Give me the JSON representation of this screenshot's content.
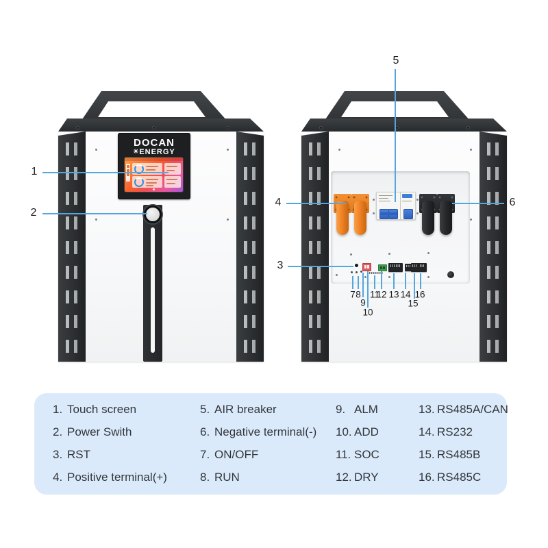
{
  "brand": {
    "line1": "DOCAN",
    "icon": "☀",
    "line2": "ENERGY"
  },
  "callouts": {
    "c1": "1",
    "c2": "2",
    "c3": "3",
    "c4": "4",
    "c5": "5",
    "c6": "6",
    "c7": "7",
    "c8": "8",
    "c9": "9",
    "c10": "10",
    "c11": "11",
    "c12": "12",
    "c13": "13",
    "c14": "14",
    "c15": "15",
    "c16": "16"
  },
  "legend": {
    "col1": [
      {
        "num": "1.",
        "label": "Touch screen"
      },
      {
        "num": "2.",
        "label": "Power Swith"
      },
      {
        "num": "3.",
        "label": "RST"
      },
      {
        "num": "4.",
        "label": "Positive terminal(+)"
      }
    ],
    "col2": [
      {
        "num": "5.",
        "label": "AIR breaker"
      },
      {
        "num": "6.",
        "label": "Negative terminal(-)"
      },
      {
        "num": "7.",
        "label": "ON/OFF"
      },
      {
        "num": "8.",
        "label": "RUN"
      }
    ],
    "col3": [
      {
        "num": "9.",
        "label": "ALM"
      },
      {
        "num": "10.",
        "label": "ADD"
      },
      {
        "num": "11.",
        "label": "SOC"
      },
      {
        "num": "12.",
        "label": "DRY"
      }
    ],
    "col4": [
      {
        "num": "13.",
        "label": "RS485A/CAN"
      },
      {
        "num": "14.",
        "label": "RS232"
      },
      {
        "num": "15.",
        "label": "RS485B"
      },
      {
        "num": "16.",
        "label": "RS485C"
      }
    ]
  },
  "colors": {
    "callout_line": "#54a7de",
    "legend_bg": "#dbeafa",
    "positive_terminal_orange": "#ef8224",
    "negative_terminal_black": "#26282b",
    "breaker_toggle_blue": "#2f62bd",
    "screen_gradient": [
      "#ffa047",
      "#f8602f",
      "#e8589e",
      "#a855d8"
    ]
  }
}
